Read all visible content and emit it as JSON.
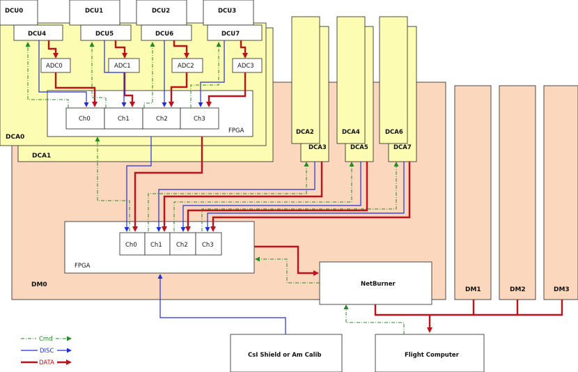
{
  "dcu_top": [
    "DCU0",
    "DCU1",
    "DCU2",
    "DCU3"
  ],
  "dcu_bottom": [
    "DCU4",
    "DCU5",
    "DCU6",
    "DCU7"
  ],
  "adc": [
    "ADC0",
    "ADC1",
    "ADC2",
    "ADC3"
  ],
  "channels": [
    "Ch0",
    "Ch1",
    "Ch2",
    "Ch3"
  ],
  "fpga_label": "FPGA",
  "dca_boards": [
    "DCA0",
    "DCA1",
    "DCA2",
    "DCA3",
    "DCA4",
    "DCA5",
    "DCA6",
    "DCA7"
  ],
  "dm_main": "DM0",
  "dm_other": [
    "DM1",
    "DM2",
    "DM3"
  ],
  "netburner": "NetBurner",
  "csi_shield": "CsI Shield or Am Calib",
  "flight_computer": "Flight Computer",
  "legend": {
    "cmd": "Cmd",
    "disc": "DISC",
    "data": "DATA"
  },
  "colors": {
    "cmd": "#228b22",
    "disc": "#1f2fe0",
    "data": "#c0101a",
    "dm_fill": "#fad7bd",
    "dca_fill": "#fcfcb2"
  }
}
